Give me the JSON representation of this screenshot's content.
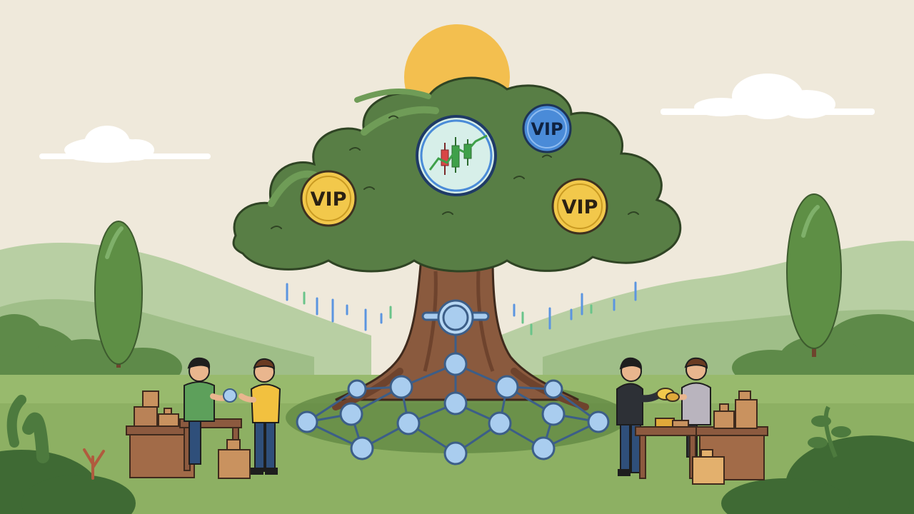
{
  "scene": {
    "badges": [
      {
        "label": "VIP",
        "style": "gold"
      },
      {
        "label": "VIP",
        "style": "blue"
      },
      {
        "label": "VIP",
        "style": "gold"
      }
    ]
  },
  "colors": {
    "sky": "#efe9db",
    "sun": "#f3bf4f",
    "cloud": "#ffffff",
    "hill_far": "#b8cfa3",
    "hill_mid": "#93b57e",
    "grass": "#8db063",
    "grass_dark": "#6f9a4d",
    "canopy": "#587e45",
    "canopy_light": "#6f9c57",
    "trunk": "#8a5a3e",
    "trunk_dark": "#6e432d",
    "node": "#a9cdef",
    "node_stroke": "#3c5e88",
    "gold": "#f2c84b",
    "gold_stroke": "#3d3120",
    "blue": "#4a8bd8",
    "crate": "#b98257",
    "table": "#8c5a3f",
    "candle_green": "#3fa04a",
    "candle_red": "#d84646",
    "rain_blue": "#5b95e0",
    "rain_green": "#6ac48a"
  }
}
